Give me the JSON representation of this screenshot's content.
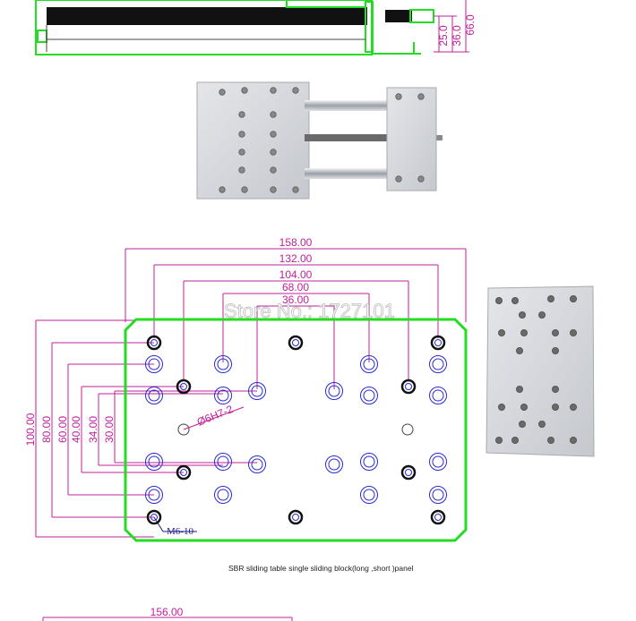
{
  "top_drawing": {
    "dims": [
      "25.0",
      "36.0",
      "66.0"
    ]
  },
  "plate_drawing": {
    "width_dims": [
      "158.00",
      "132.00",
      "104.00",
      "68.00",
      "36.00"
    ],
    "height_dims": [
      "100.00",
      "80.00",
      "60.00",
      "40.00",
      "34.00",
      "30.00"
    ],
    "bore_label": "Ø6H7-2",
    "thread_label": "M6-10"
  },
  "watermark": "Store No.: 1727101",
  "caption": "SBR sliding table single sliding block(long ,short )panel",
  "bottom_drawing": {
    "dim": "156.00"
  },
  "colors": {
    "outline": "#22dd22",
    "dimension": "#c0209a",
    "hole": "#2a2ad0",
    "bg": "#ffffff"
  }
}
